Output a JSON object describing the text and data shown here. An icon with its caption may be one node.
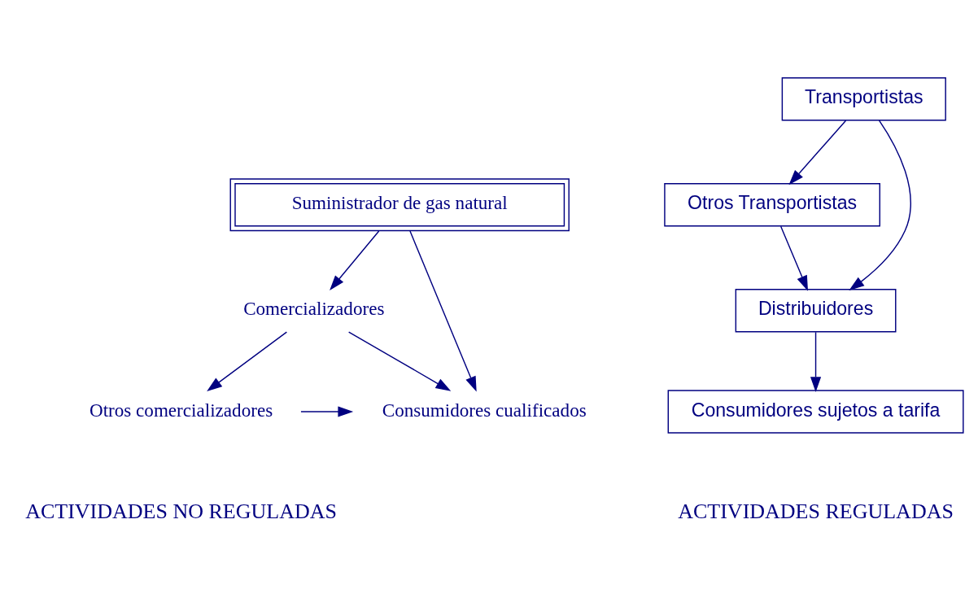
{
  "diagram": {
    "nodes": [
      {
        "text": [
          "Suministrador de gas natural"
        ]
      },
      {
        "text": [
          "Comercializadores"
        ]
      },
      {
        "text": [
          "Otros comercializadores"
        ]
      },
      {
        "text": [
          "Consumidores cualificados"
        ]
      },
      {
        "text": [
          "Transportistas"
        ]
      },
      {
        "text": [
          "Otros Transportistas"
        ]
      },
      {
        "text": [
          "Distribuidores"
        ]
      },
      {
        "text": [
          "Consumidores sujetos a tarifa"
        ]
      }
    ],
    "edges": [
      {
        "from": 0,
        "to": 1,
        "arrow": "to"
      },
      {
        "from": 0,
        "to": 3,
        "arrow": "to"
      },
      {
        "from": 1,
        "to": 2,
        "arrow": "to"
      },
      {
        "from": 1,
        "to": 3,
        "arrow": "to"
      },
      {
        "from": 2,
        "to": 3,
        "arrow": "to"
      },
      {
        "from": 4,
        "to": 5,
        "arrow": "to"
      },
      {
        "from": 4,
        "to": 6,
        "arrow": "to"
      },
      {
        "from": 5,
        "to": 6,
        "arrow": "to"
      },
      {
        "from": 6,
        "to": 7,
        "arrow": "to"
      }
    ],
    "labels": [
      "ACTIVIDADES NO REGULADAS",
      "ACTIVIDADES REGULADAS"
    ]
  }
}
